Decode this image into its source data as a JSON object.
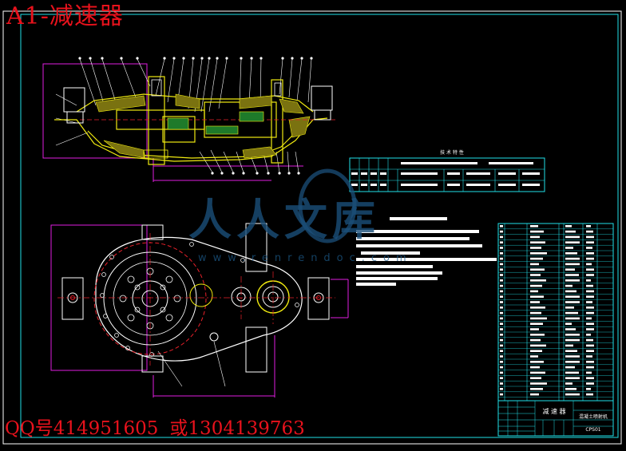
{
  "overlay": {
    "title": "A1-减速器",
    "contact_qq": "QQ号414951605",
    "contact_or": "或1304139763"
  },
  "drawing": {
    "tech_title": "技 术 特 性",
    "title_block": {
      "part_name": "减 速 器",
      "machine_name": "混凝土喷射机",
      "drawing_code": "CPS01"
    }
  },
  "watermark": {
    "text": "人人文库",
    "url": "www.renrendoc.com"
  },
  "colors": {
    "background": "#000000",
    "border": "#ffffff",
    "drawing_yellow": "#f0ea10",
    "dim_magenta": "#e01ee0",
    "center_red": "#e8202a",
    "frame_cyan": "#20e0e8",
    "overlay_red": "#e8121c",
    "watermark_blue": "#1b4f7a"
  }
}
